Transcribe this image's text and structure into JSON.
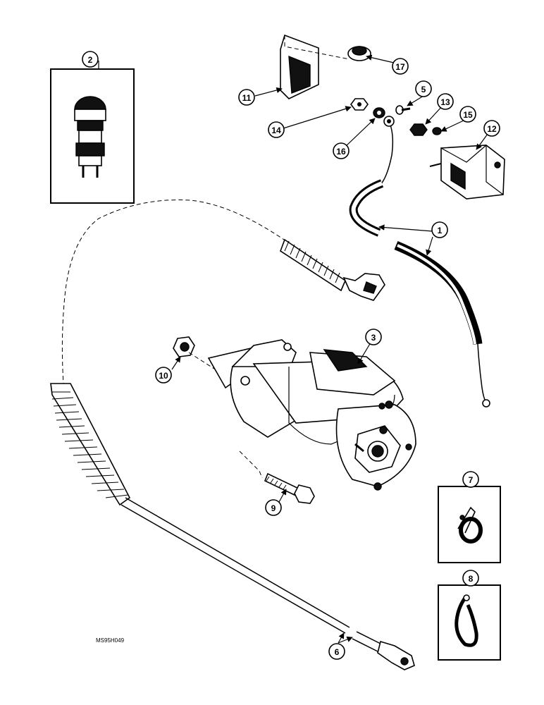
{
  "callouts": {
    "c1": "1",
    "c2": "2",
    "c3": "3",
    "c5": "5",
    "c6": "6",
    "c7": "7",
    "c8": "8",
    "c9": "9",
    "c10": "10",
    "c11": "11",
    "c12": "12",
    "c13": "13",
    "c14": "14",
    "c15": "15",
    "c16": "16",
    "c17": "17"
  },
  "drawing_code": "MS95H049"
}
